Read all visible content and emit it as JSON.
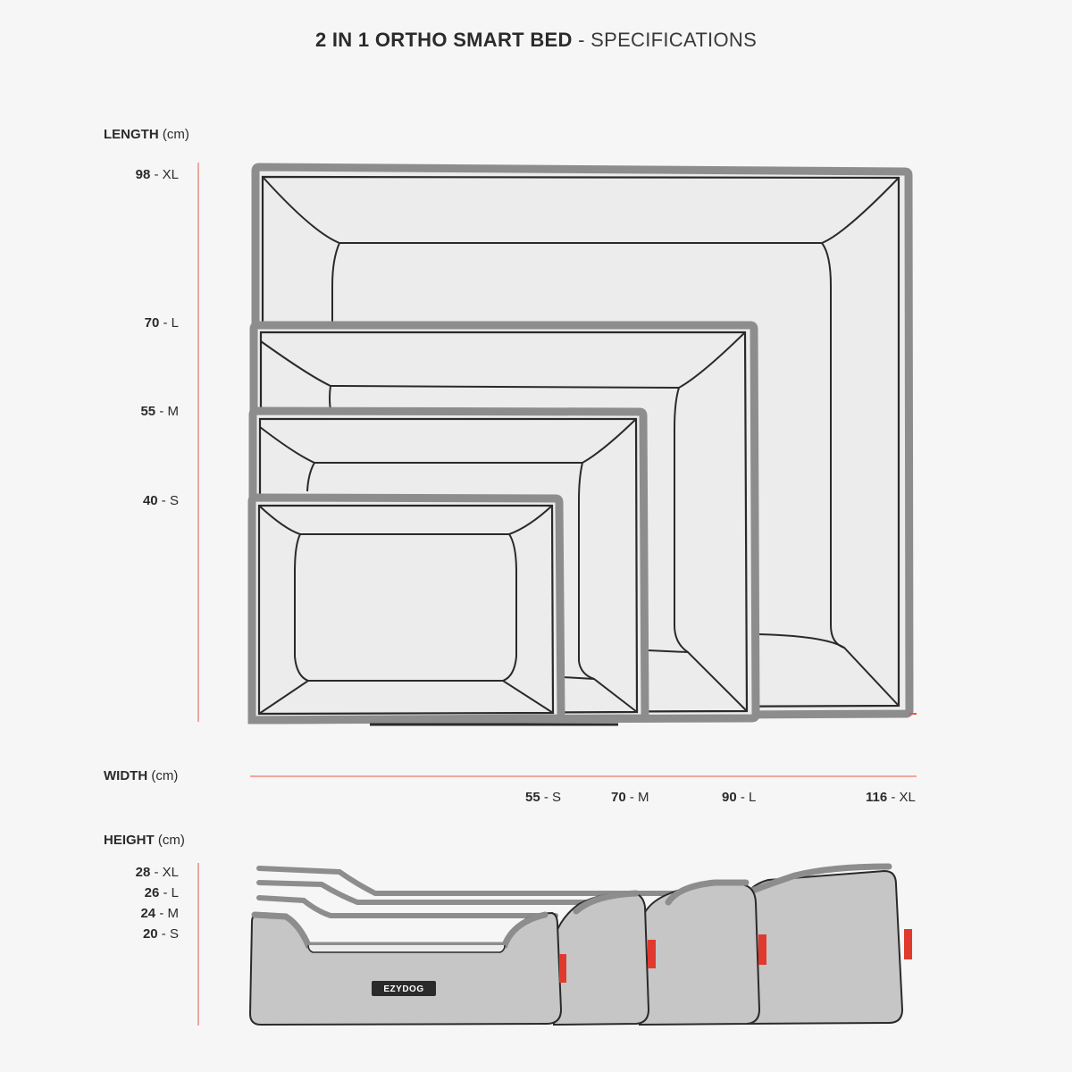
{
  "title": {
    "bold": "2 IN 1 ORTHO SMART BED",
    "rest": " - SPECIFICATIONS"
  },
  "length": {
    "label": "LENGTH",
    "unit": "(cm)",
    "items": [
      {
        "value": "98",
        "size": "XL"
      },
      {
        "value": "70",
        "size": "L"
      },
      {
        "value": "55",
        "size": "M"
      },
      {
        "value": "40",
        "size": "S"
      }
    ]
  },
  "width": {
    "label": "WIDTH",
    "unit": "(cm)",
    "items": [
      {
        "value": "55",
        "size": "S"
      },
      {
        "value": "70",
        "size": "M"
      },
      {
        "value": "90",
        "size": "L"
      },
      {
        "value": "116",
        "size": "XL"
      }
    ]
  },
  "height": {
    "label": "HEIGHT",
    "unit": "(cm)",
    "items": [
      {
        "value": "28",
        "size": "XL"
      },
      {
        "value": "26",
        "size": "L"
      },
      {
        "value": "24",
        "size": "M"
      },
      {
        "value": "20",
        "size": "S"
      }
    ]
  },
  "brand": {
    "logo_text": "EZYDOG"
  },
  "colors": {
    "accent_line": "#e8554a",
    "bed_outline": "#8d8d8d",
    "bed_fill": "#ececec",
    "side_fill": "#c4c4c4",
    "tag": "#e03a2f"
  }
}
